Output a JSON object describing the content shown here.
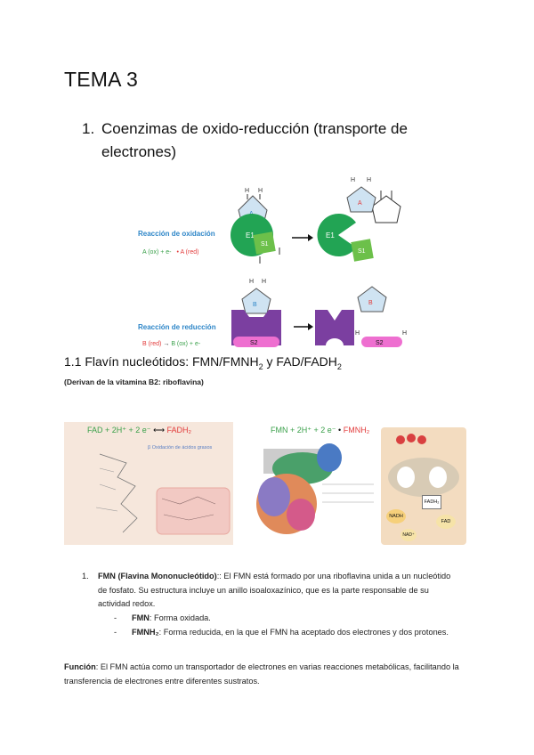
{
  "page_title": "TEMA 3",
  "section1": {
    "number": "1.",
    "text": "Coenzimas de oxido-reducción (transporte de electrones)"
  },
  "diagram": {
    "oxidation_label": "Reacción de oxidación",
    "oxidation_eq_left": "A (ox) + e-",
    "oxidation_eq_right": "A (red)",
    "reduction_label": "Reacción de reducción",
    "reduction_eq_left": "B (red)",
    "reduction_eq_right": "B (ox) + e-",
    "enzyme1": "E1",
    "substrate1": "S1",
    "substrate2": "S2",
    "molA": "A",
    "molB": "B",
    "atomH": "H",
    "colors": {
      "e1_green": "#22a454",
      "s1_green": "#6cc04a",
      "purple": "#7b3fa0",
      "pink": "#ee6fd0",
      "light_blue": "#cfe3f2",
      "label_blue": "#2e86c8",
      "red_label": "#e23b3b"
    }
  },
  "subsection": {
    "prefix": "1.1 Flavín nucleótidos: FMN/FMNH",
    "sub1": "2",
    "mid": " y FAD/FADH",
    "sub2": "2"
  },
  "derivation_note": "(Derivan de la vitamina B2: riboflavina)",
  "figures": {
    "fad_eq_left": "FAD + 2H⁺ + 2 e⁻",
    "fad_eq_right": "FADH₂",
    "fmn_eq_left": "FMN + 2H⁺ + 2 e⁻",
    "fmn_eq_right": "FMNH₂",
    "fad_inset_label": "β Oxidación de ácidos grasos",
    "cell_labels": [
      "NADH",
      "NAD⁺",
      "FADH₂",
      "FAD"
    ]
  },
  "list_item": {
    "number": "1.",
    "term": "FMN (Flavina Mononucleótido)",
    "definition": ":: El FMN está formado por una riboflavina unida a un nucleótido de fosfato. Su estructura incluye un anillo isoaloxazínico, que es la parte responsable de su actividad redox.",
    "sub_items": [
      {
        "term": "FMN",
        "text": ": Forma oxidada."
      },
      {
        "term": "FMNH₂",
        "text": ": Forma reducida, en la que el FMN ha aceptado dos electrones y dos protones."
      }
    ]
  },
  "function_block": {
    "label": "Función",
    "text": ": El FMN actúa como un transportador de electrones en varias reacciones metabólicas, facilitando la transferencia de electrones entre diferentes sustratos."
  }
}
